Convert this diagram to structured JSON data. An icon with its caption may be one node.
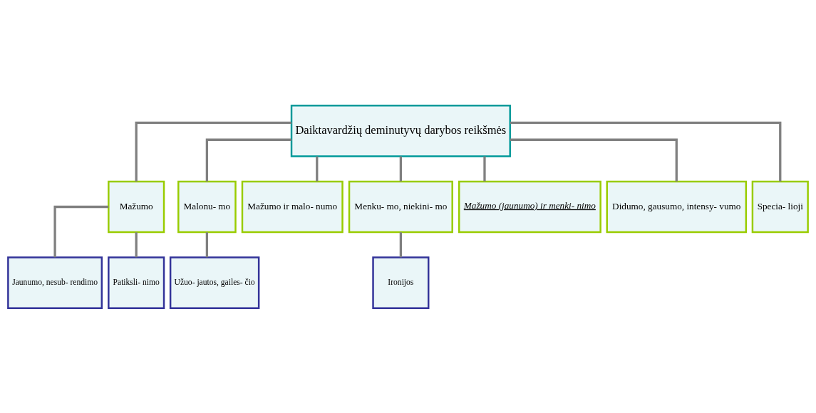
{
  "diagram": {
    "nodes": [
      {
        "text": [
          "Daiktavardžių deminutyvų darybos reikšmės"
        ]
      },
      {
        "text": [
          "Mažumo"
        ]
      },
      {
        "text": [
          "Malonu- mo"
        ]
      },
      {
        "text": [
          "Mažumo ir malo- numo"
        ]
      },
      {
        "text": [
          "Menku- mo, niekini- mo"
        ]
      },
      {
        "text": [
          "Mažumo (jaunumo) ir menki- nimo"
        ]
      },
      {
        "text": [
          "Didumo, gausumo, intensy- vumo"
        ]
      },
      {
        "text": [
          "Specia- lioji"
        ]
      },
      {
        "text": [
          "Jaunumo, nesub- rendimo"
        ]
      },
      {
        "text": [
          "Patiksli- nimo"
        ]
      },
      {
        "text": [
          "Užuo- jautos, gailes- čio"
        ]
      },
      {
        "text": [
          "Ironijos"
        ]
      }
    ],
    "edges": [
      {
        "from": 0,
        "to": 1,
        "arrow": "none"
      },
      {
        "from": 0,
        "to": 2,
        "arrow": "none"
      },
      {
        "from": 0,
        "to": 3,
        "arrow": "none"
      },
      {
        "from": 0,
        "to": 4,
        "arrow": "none"
      },
      {
        "from": 0,
        "to": 5,
        "arrow": "none"
      },
      {
        "from": 0,
        "to": 6,
        "arrow": "none"
      },
      {
        "from": 0,
        "to": 7,
        "arrow": "none"
      },
      {
        "from": 1,
        "to": 8,
        "arrow": "none"
      },
      {
        "from": 1,
        "to": 9,
        "arrow": "none"
      },
      {
        "from": 2,
        "to": 10,
        "arrow": "none"
      },
      {
        "from": 4,
        "to": 11,
        "arrow": "none"
      }
    ]
  }
}
